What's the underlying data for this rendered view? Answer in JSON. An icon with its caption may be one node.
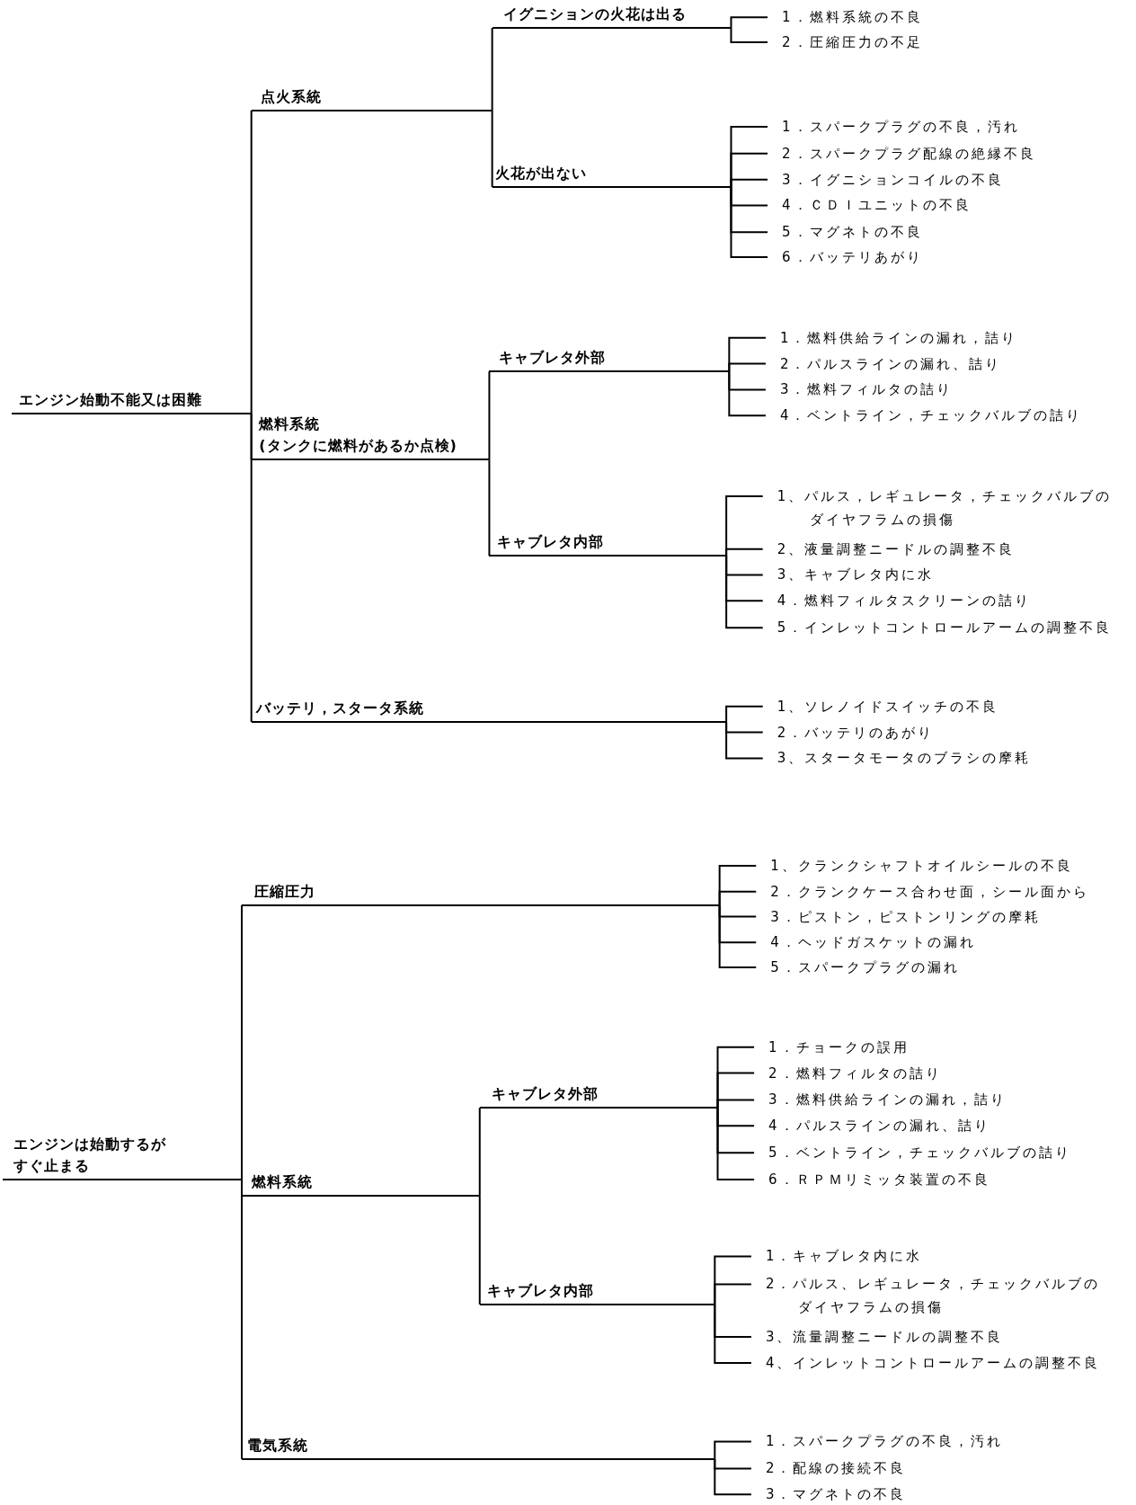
{
  "diagram": {
    "nodes": [
      {
        "text": [
          "エンジン始動不能又は困難"
        ]
      },
      {
        "text": [
          "点火系統"
        ]
      },
      {
        "text": [
          "イグニションの火花は出る"
        ]
      },
      {
        "text": [
          "1．燃料系統の不良"
        ]
      },
      {
        "text": [
          "2．圧縮圧力の不足"
        ]
      },
      {
        "text": [
          "火花が出ない"
        ]
      },
      {
        "text": [
          "1．スパークプラグの不良，汚れ"
        ]
      },
      {
        "text": [
          "2．スパークプラグ配線の絶縁不良"
        ]
      },
      {
        "text": [
          "3．イグニションコイルの不良"
        ]
      },
      {
        "text": [
          "4．ＣＤＩユニットの不良"
        ]
      },
      {
        "text": [
          "5．マグネトの不良"
        ]
      },
      {
        "text": [
          "6．バッテリあがり"
        ]
      },
      {
        "text": [
          "燃料系統",
          "(タンクに燃料があるか点検)"
        ]
      },
      {
        "text": [
          "キャブレタ外部"
        ]
      },
      {
        "text": [
          "1．燃料供給ラインの漏れ，詰り"
        ]
      },
      {
        "text": [
          "2．パルスラインの漏れ、詰り"
        ]
      },
      {
        "text": [
          "3．燃料フィルタの詰り"
        ]
      },
      {
        "text": [
          "4．ベントライン，チェックバルブの詰り"
        ]
      },
      {
        "text": [
          "キャブレタ内部"
        ]
      },
      {
        "text": [
          "1、パルス，レギュレータ，チェックバルブのダイヤフラムの損傷"
        ]
      },
      {
        "text": [
          "2、液量調整ニードルの調整不良"
        ]
      },
      {
        "text": [
          "3、キャブレタ内に水"
        ]
      },
      {
        "text": [
          "4．燃料フィルタスクリーンの詰り"
        ]
      },
      {
        "text": [
          "5．インレットコントロールアームの調整不良"
        ]
      },
      {
        "text": [
          "バッテリ，スタータ系統"
        ]
      },
      {
        "text": [
          "1、ソレノイドスイッチの不良"
        ]
      },
      {
        "text": [
          "2．バッテリのあがり"
        ]
      },
      {
        "text": [
          "3、スタータモータのブラシの摩耗"
        ]
      },
      {
        "text": [
          "エンジンは始動するがすぐ止まる"
        ]
      },
      {
        "text": [
          "圧縮圧力"
        ]
      },
      {
        "text": [
          "1、クランクシャフトオイルシールの不良"
        ]
      },
      {
        "text": [
          "2．クランクケース合わせ面，シール面から"
        ]
      },
      {
        "text": [
          "3．ピストン，ピストンリングの摩耗"
        ]
      },
      {
        "text": [
          "4．ヘッドガスケットの漏れ"
        ]
      },
      {
        "text": [
          "5．スパークプラグの漏れ"
        ]
      },
      {
        "text": [
          "燃料系統"
        ]
      },
      {
        "text": [
          "キャブレタ外部"
        ]
      },
      {
        "text": [
          "1．チョークの誤用"
        ]
      },
      {
        "text": [
          "2．燃料フィルタの詰り"
        ]
      },
      {
        "text": [
          "3．燃料供給ラインの漏れ，詰り"
        ]
      },
      {
        "text": [
          "4．パルスラインの漏れ、詰り"
        ]
      },
      {
        "text": [
          "5．ベントライン，チェックバルブの詰り"
        ]
      },
      {
        "text": [
          "6．ＲＰＭリミッタ装置の不良"
        ]
      },
      {
        "text": [
          "キャブレタ内部"
        ]
      },
      {
        "text": [
          "1．キャブレタ内に水"
        ]
      },
      {
        "text": [
          "2．パルス、レギュレータ，チェックバルブのダイヤフラムの損傷"
        ]
      },
      {
        "text": [
          "3、流量調整ニードルの調整不良"
        ]
      },
      {
        "text": [
          "4、インレットコントロールアームの調整不良"
        ]
      },
      {
        "text": [
          "電気系統"
        ]
      },
      {
        "text": [
          "1．スパークプラグの不良，汚れ"
        ]
      },
      {
        "text": [
          "2．配線の接続不良"
        ]
      },
      {
        "text": [
          "3．マグネトの不良"
        ]
      }
    ],
    "edges": [
      {
        "from": 0,
        "to": 1,
        "arrow": "none"
      },
      {
        "from": 1,
        "to": 2,
        "arrow": "none"
      },
      {
        "from": 2,
        "to": 3,
        "arrow": "none"
      },
      {
        "from": 2,
        "to": 4,
        "arrow": "none"
      },
      {
        "from": 1,
        "to": 5,
        "arrow": "none"
      },
      {
        "from": 5,
        "to": 6,
        "arrow": "none"
      },
      {
        "from": 5,
        "to": 7,
        "arrow": "none"
      },
      {
        "from": 5,
        "to": 8,
        "arrow": "none"
      },
      {
        "from": 5,
        "to": 9,
        "arrow": "none"
      },
      {
        "from": 5,
        "to": 10,
        "arrow": "none"
      },
      {
        "from": 5,
        "to": 11,
        "arrow": "none"
      },
      {
        "from": 0,
        "to": 12,
        "arrow": "none"
      },
      {
        "from": 12,
        "to": 13,
        "arrow": "none"
      },
      {
        "from": 13,
        "to": 14,
        "arrow": "none"
      },
      {
        "from": 13,
        "to": 15,
        "arrow": "none"
      },
      {
        "from": 13,
        "to": 16,
        "arrow": "none"
      },
      {
        "from": 13,
        "to": 17,
        "arrow": "none"
      },
      {
        "from": 12,
        "to": 18,
        "arrow": "none"
      },
      {
        "from": 18,
        "to": 19,
        "arrow": "none"
      },
      {
        "from": 18,
        "to": 20,
        "arrow": "none"
      },
      {
        "from": 18,
        "to": 21,
        "arrow": "none"
      },
      {
        "from": 18,
        "to": 22,
        "arrow": "none"
      },
      {
        "from": 18,
        "to": 23,
        "arrow": "none"
      },
      {
        "from": 0,
        "to": 24,
        "arrow": "none"
      },
      {
        "from": 24,
        "to": 25,
        "arrow": "none"
      },
      {
        "from": 24,
        "to": 26,
        "arrow": "none"
      },
      {
        "from": 24,
        "to": 27,
        "arrow": "none"
      },
      {
        "from": 28,
        "to": 29,
        "arrow": "none"
      },
      {
        "from": 29,
        "to": 30,
        "arrow": "none"
      },
      {
        "from": 29,
        "to": 31,
        "arrow": "none"
      },
      {
        "from": 29,
        "to": 32,
        "arrow": "none"
      },
      {
        "from": 29,
        "to": 33,
        "arrow": "none"
      },
      {
        "from": 29,
        "to": 34,
        "arrow": "none"
      },
      {
        "from": 28,
        "to": 35,
        "arrow": "none"
      },
      {
        "from": 35,
        "to": 36,
        "arrow": "none"
      },
      {
        "from": 36,
        "to": 37,
        "arrow": "none"
      },
      {
        "from": 36,
        "to": 38,
        "arrow": "none"
      },
      {
        "from": 36,
        "to": 39,
        "arrow": "none"
      },
      {
        "from": 36,
        "to": 40,
        "arrow": "none"
      },
      {
        "from": 36,
        "to": 41,
        "arrow": "none"
      },
      {
        "from": 36,
        "to": 42,
        "arrow": "none"
      },
      {
        "from": 35,
        "to": 43,
        "arrow": "none"
      },
      {
        "from": 43,
        "to": 44,
        "arrow": "none"
      },
      {
        "from": 43,
        "to": 45,
        "arrow": "none"
      },
      {
        "from": 43,
        "to": 46,
        "arrow": "none"
      },
      {
        "from": 43,
        "to": 47,
        "arrow": "none"
      },
      {
        "from": 28,
        "to": 48,
        "arrow": "none"
      },
      {
        "from": 48,
        "to": 49,
        "arrow": "none"
      },
      {
        "from": 48,
        "to": 50,
        "arrow": "none"
      },
      {
        "from": 48,
        "to": 51,
        "arrow": "none"
      }
    ]
  }
}
